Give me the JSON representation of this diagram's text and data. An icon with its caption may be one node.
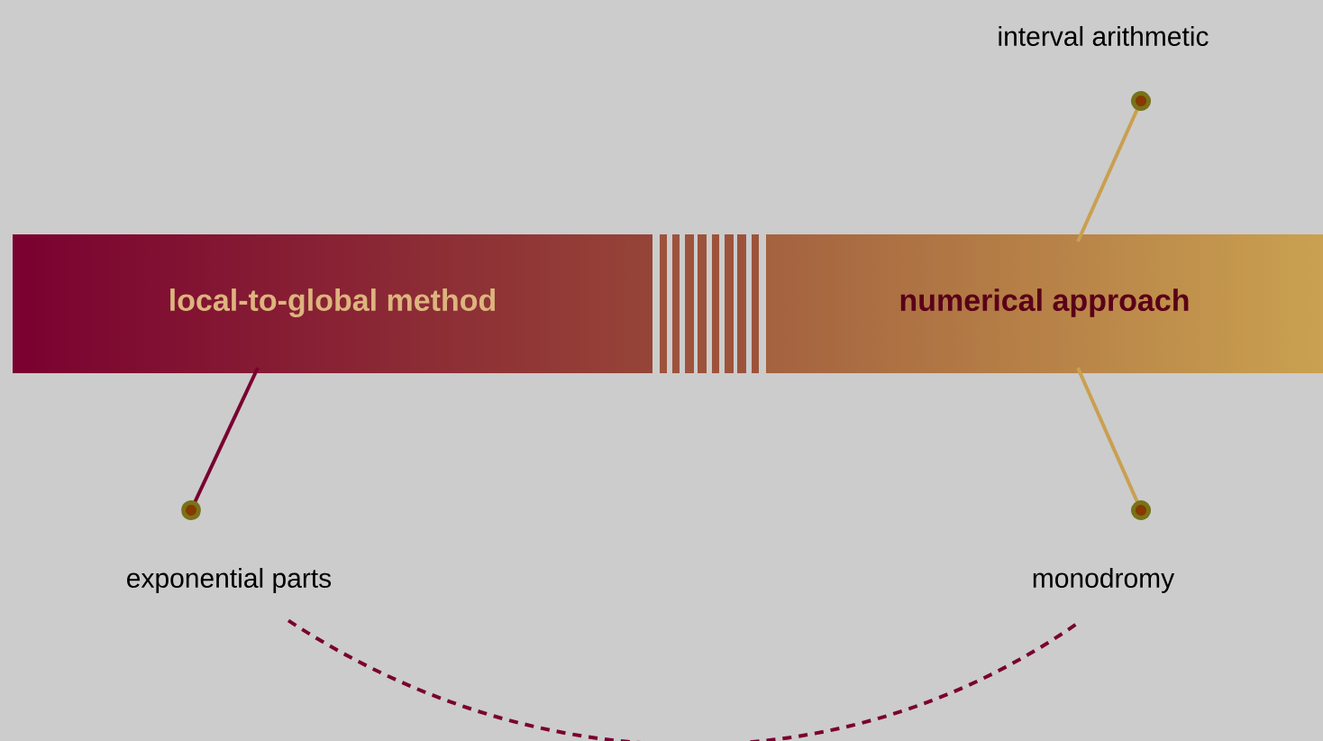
{
  "diagram": {
    "nodes": [
      {
        "text": [
          "local-to-global method"
        ]
      },
      {
        "text": [
          "numerical approach"
        ]
      },
      {
        "text": [
          "interval arithmetic"
        ]
      },
      {
        "text": [
          "exponential parts"
        ]
      },
      {
        "text": [
          "monodromy"
        ]
      }
    ],
    "edges": [
      {
        "from": 2,
        "to": 1,
        "arrow": "other",
        "color": "#c9a050"
      },
      {
        "from": 3,
        "to": 0,
        "arrow": "other",
        "color": "#7a0030"
      },
      {
        "from": 4,
        "to": 1,
        "arrow": "other",
        "color": "#c9a050"
      },
      {
        "from": 3,
        "to": 4,
        "arrow": "none",
        "style": "dashed",
        "color": "#7a0030"
      }
    ]
  }
}
